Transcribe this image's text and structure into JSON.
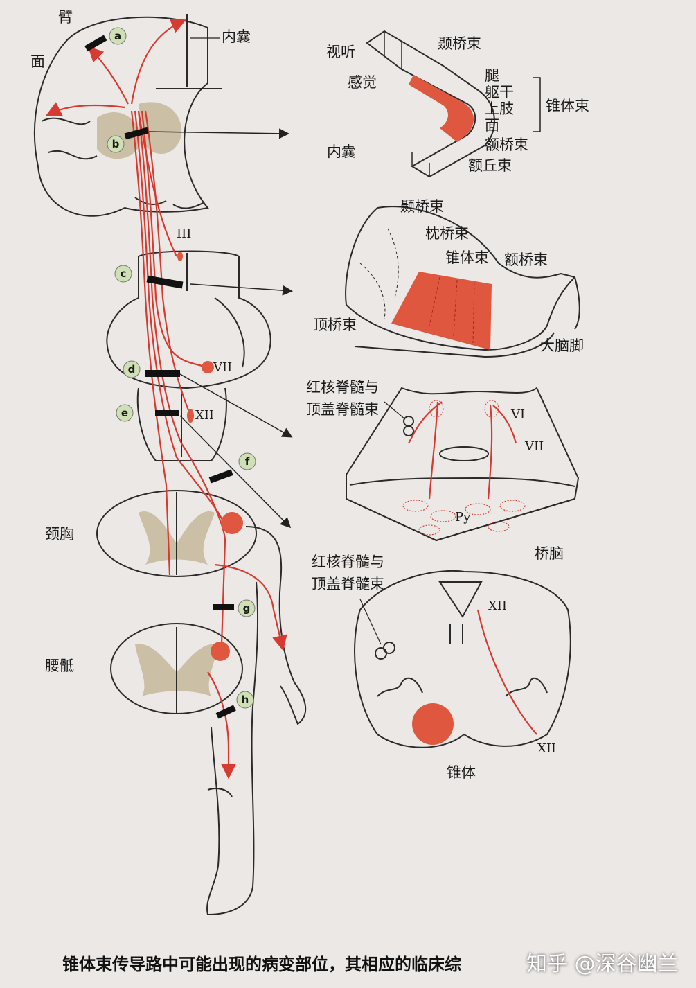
{
  "labels": {
    "arm": "臂",
    "face": "面",
    "internal_capsule": "内囊",
    "cn3": "III",
    "cn7": "VII",
    "cn12": "XII",
    "cervicothoracic": "颈胸",
    "lumbosacral": "腰骶",
    "vision_hearing": "视听",
    "sensory": "感觉",
    "internal_capsule_2": "内囊",
    "temporopontine_1": "颞桥束",
    "leg": "腿",
    "trunk": "躯干",
    "upper_limb": "上肢",
    "face_2": "面",
    "pyramidal_tract": "锥体束",
    "frontopontine_1": "额桥束",
    "frontothalamic": "额丘束",
    "temporopontine_2": "颞桥束",
    "occipitopontine": "枕桥束",
    "pyramidal_tract_2": "锥体束",
    "frontopontine_2": "额桥束",
    "parietopontine": "顶桥束",
    "cerebral_peduncle": "大脑脚",
    "rubro_tecto_1a": "红核脊髓与",
    "rubro_tecto_1b": "顶盖脊髓束",
    "pons_vi": "VI",
    "pons_vii": "VII",
    "py": "Py",
    "pons": "桥脑",
    "rubro_tecto_2a": "红核脊髓与",
    "rubro_tecto_2b": "顶盖脊髓束",
    "medulla_xii_top": "XII",
    "medulla_xii_bottom": "XII",
    "pyramid": "锥体"
  },
  "lesion_sites": [
    "a",
    "b",
    "c",
    "d",
    "e",
    "f",
    "g",
    "h"
  ],
  "caption": "锥体束传导路中可能出现的病变部位，其相应的临床综",
  "watermark": "知乎 @深谷幽兰",
  "colors": {
    "tract": "#d63a30",
    "fill_red": "#e0573f",
    "gray_matter": "#cbbfa6",
    "lesion_circle": "#cfe0b4"
  }
}
